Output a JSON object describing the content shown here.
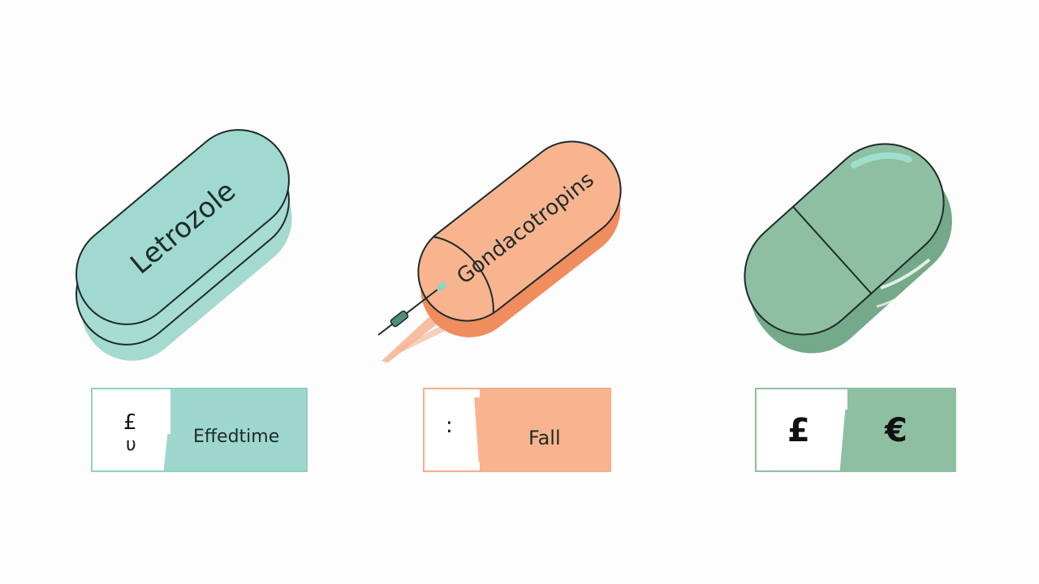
{
  "colors": {
    "background": "#fdfdfd",
    "teal": "#9ed7cd",
    "teal_dark": "#86c8bc",
    "peach": "#f8b48f",
    "peach_dark": "#ef8b5d",
    "sage": "#8fbfa2",
    "sage_dark": "#78ab8d",
    "outline": "#1e2b2b"
  },
  "pills": [
    {
      "name": "letrozole-pill",
      "label": "Letrozole",
      "color": "teal"
    },
    {
      "name": "gonadotropins-pill",
      "label": "Gondacotropins",
      "color": "peach",
      "icon": "syringe-icon"
    },
    {
      "name": "green-capsule",
      "label": "",
      "color": "sage"
    }
  ],
  "cards": [
    {
      "symbol_top": "£",
      "symbol_bottom": "υ",
      "text": "Effedtime"
    },
    {
      "symbol_top": ":",
      "text": "Fall"
    },
    {
      "symbol_left": "£",
      "symbol_right": "€"
    }
  ]
}
